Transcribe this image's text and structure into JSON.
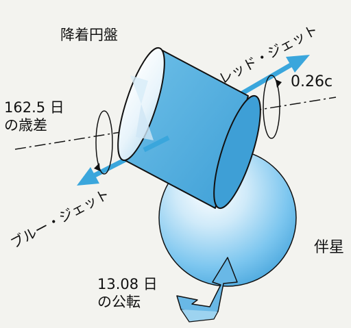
{
  "labels": {
    "accretion_disk": "降着円盤",
    "red_jet": "レッド・ジェット",
    "blue_jet": "ブルー・ジェット",
    "jet_speed": "0.26c",
    "precession_period": "162.5 日",
    "precession_caption": "の歳差",
    "companion_star": "伴星",
    "orbital_period": "13.08 日",
    "orbital_caption": "の公転"
  },
  "colors": {
    "background": "#f3f3ef",
    "disk_blue": "#5ab2df",
    "jet_blue": "#3aa6dc",
    "star_blue": "#7cc6ef",
    "outline": "#111111"
  }
}
